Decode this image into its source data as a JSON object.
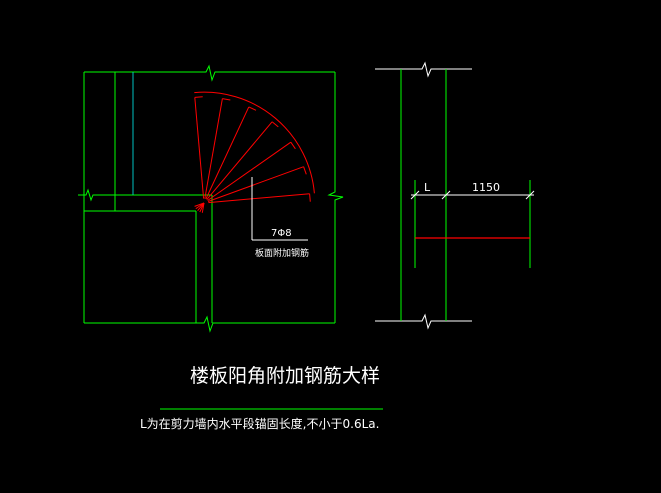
{
  "drawing": {
    "title": "楼板阳角附加钢筋大样",
    "note": "L为在剪力墙内水平段锚固长度,不小于0.6La.",
    "bar_label": "7Φ8",
    "bar_caption": "板面附加钢筋",
    "dim_left": "L",
    "dim_right": "1150"
  },
  "colors": {
    "background": "#000000",
    "wall": "#00ff00",
    "rebar": "#ff0000",
    "centerline": "#00bfbf",
    "text": "#ffffff"
  }
}
